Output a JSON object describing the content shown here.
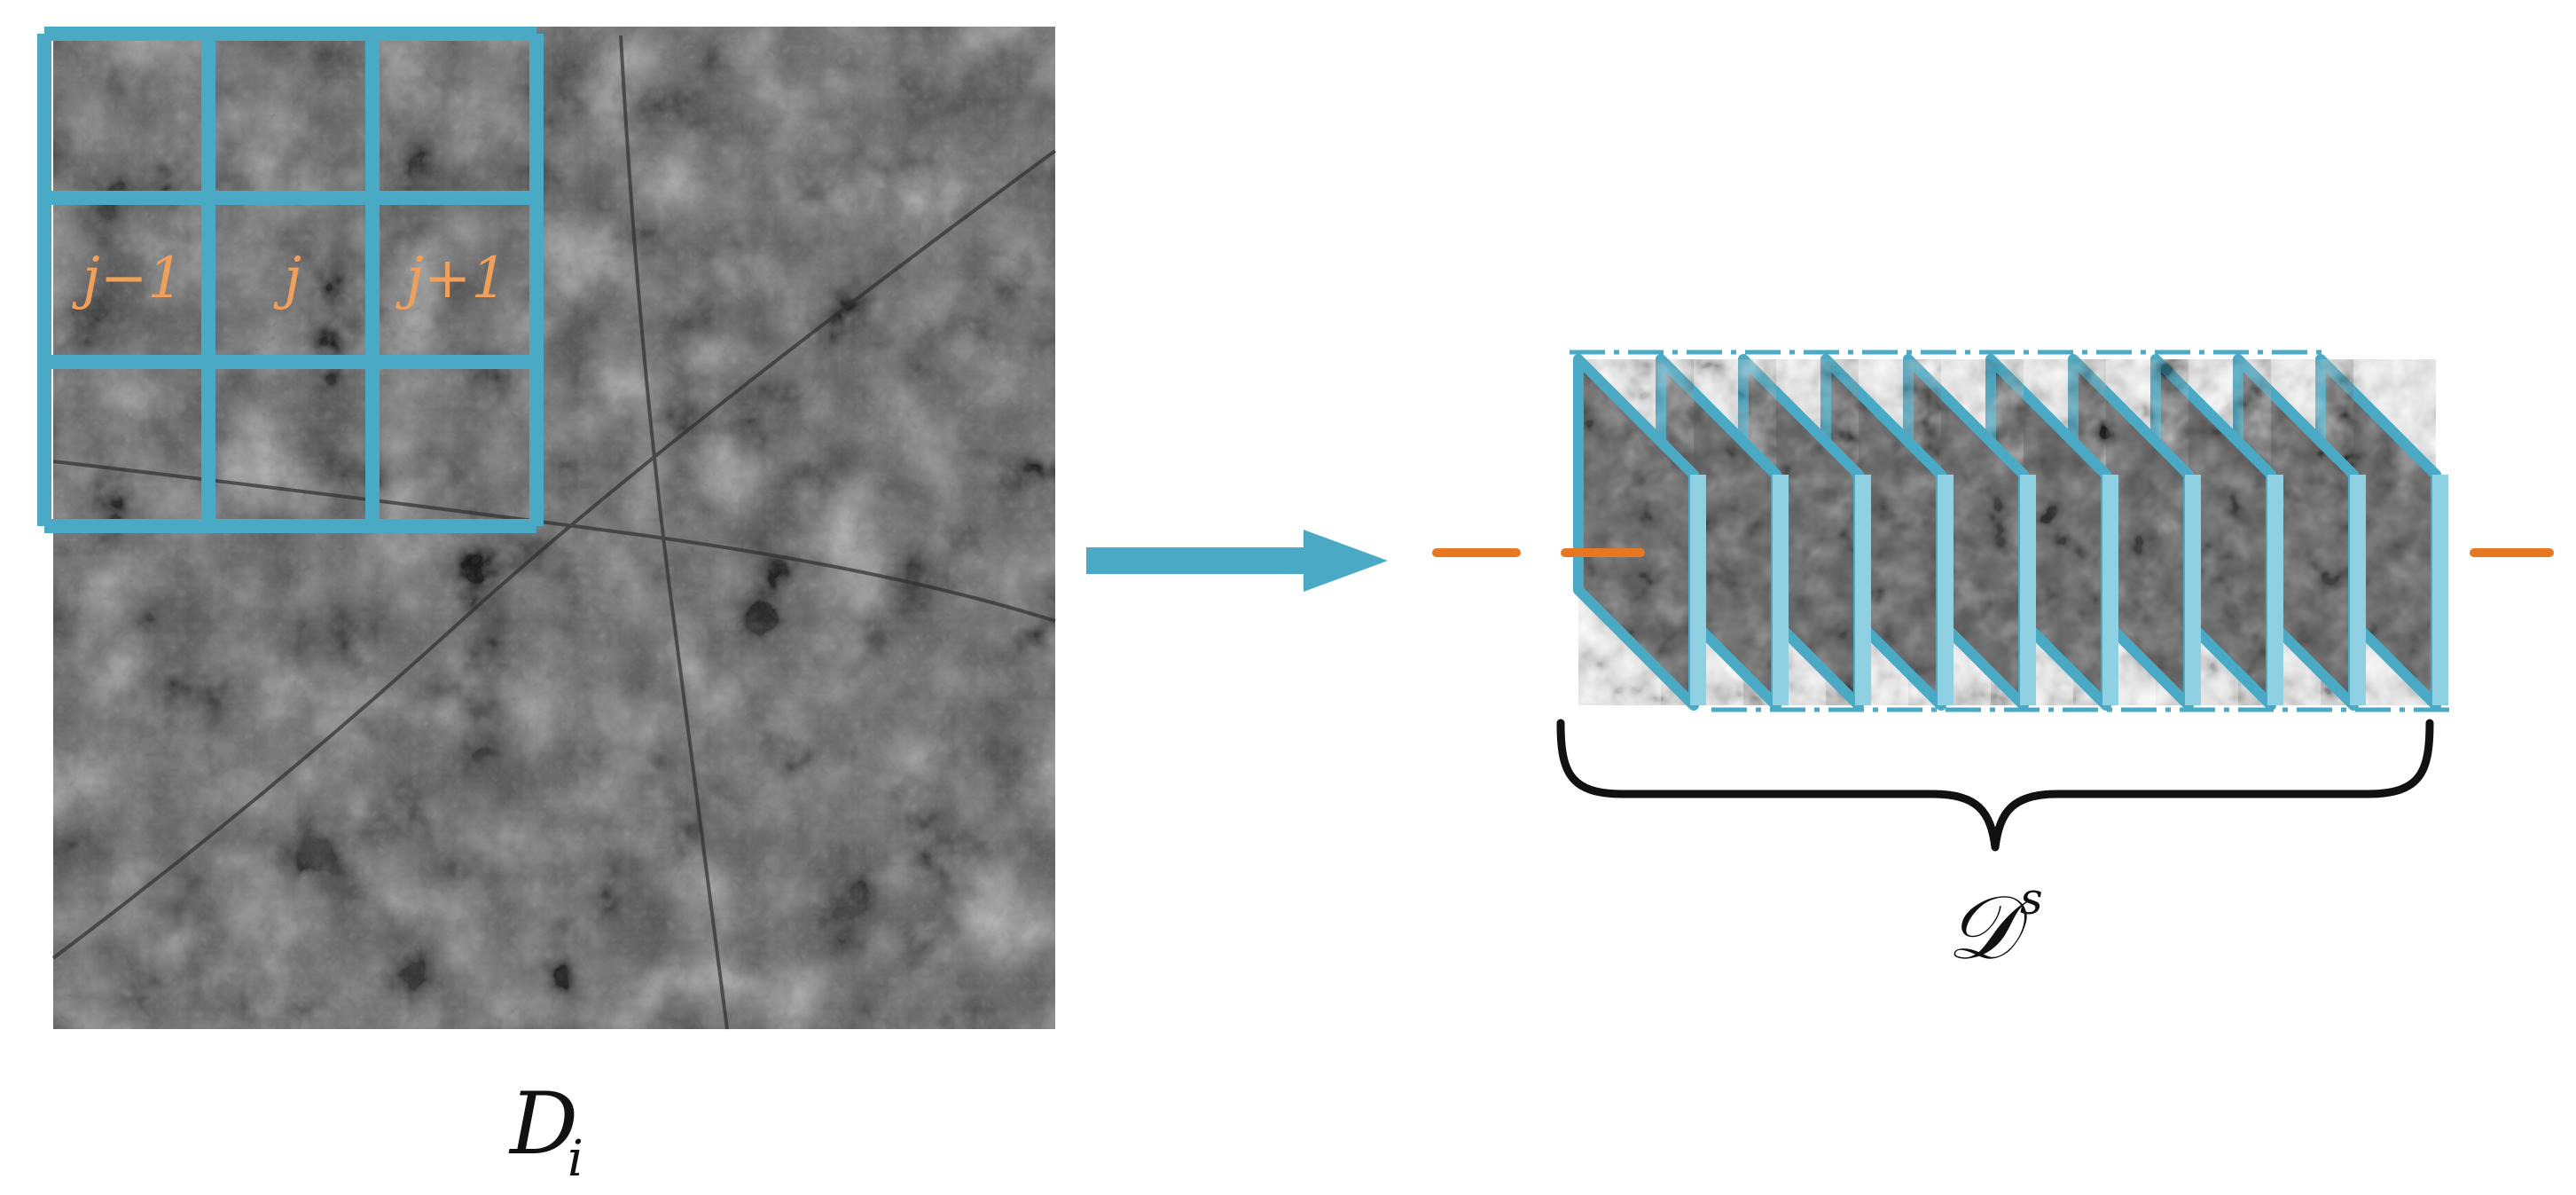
{
  "colors": {
    "grid": "#4aaac6",
    "arrow": "#4aaac6",
    "accent_orange": "#e87722",
    "label_orange": "#f0a05a",
    "brace": "#111111"
  },
  "grid_labels": {
    "left": "j−1",
    "center": "j",
    "right": "j+1"
  },
  "captions": {
    "input_main": "D",
    "input_sub": "i",
    "output_main": "𝒟",
    "output_sup": "s"
  },
  "stack": {
    "frame_count": 10
  }
}
